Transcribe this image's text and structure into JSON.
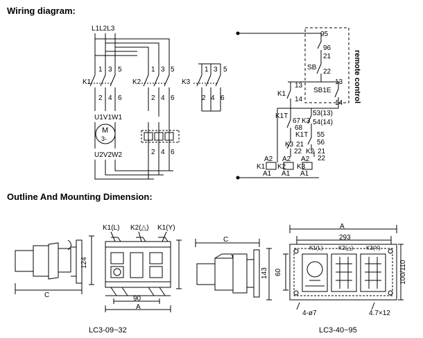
{
  "headings": {
    "wiring": "Wiring diagram:",
    "outline": "Outline And Mounting Dimension:"
  },
  "wiring": {
    "phases": [
      "L1",
      "L2",
      "L3"
    ],
    "terminals_top": [
      "1",
      "3",
      "5"
    ],
    "terminals_bottom": [
      "2",
      "4",
      "6"
    ],
    "contactors": [
      "K1",
      "K2",
      "K3"
    ],
    "motor": {
      "symbol": "M",
      "phase": "3-",
      "top_terminals": "U1V1W1",
      "bottom_terminals": "U2V2W2"
    },
    "control": {
      "side_label": "remote control",
      "contacts": {
        "n95": "95",
        "n96": "96",
        "n21": "21",
        "sb": "SB",
        "n22": "22",
        "k1": "K1",
        "n13a": "13",
        "n14a": "14",
        "sb1e": "SB1E",
        "n13b": "13",
        "n14b": "14",
        "k1t": "K1T",
        "t67": "67",
        "k3a": "K3",
        "t68": "68",
        "c5313": "53(13)",
        "c5414": "54(14)",
        "k1t2": "K1T",
        "c55": "55",
        "c56": "56",
        "k3b": "K3",
        "c21": "21",
        "c22": "22",
        "k2": "K2",
        "c21b": "21",
        "c22b": "22",
        "a2a": "A2",
        "a2b": "A2",
        "a2c": "A2",
        "coil_k1": "K1",
        "coil_k2": "K2",
        "coil_k3": "K3",
        "a1a": "A1",
        "a1b": "A1",
        "a1c": "A1"
      }
    }
  },
  "outline": {
    "small": {
      "model": "LC3-09~32",
      "labels": {
        "k1l": "K1(L)",
        "k2d": "K2(△)",
        "k1y": "K1(Y)"
      },
      "dims": {
        "height": "124",
        "width_a": "A",
        "mount": "90",
        "depth": "C"
      }
    },
    "mid": {
      "dims": {
        "depth": "C",
        "height": "143"
      }
    },
    "large": {
      "model": "LC3-40~95",
      "dims": {
        "width": "A",
        "mount": "293",
        "hole_h": "60",
        "height": "100/110",
        "holes": "4-ø7",
        "slot": "4.7×12"
      },
      "labels": {
        "k1l": "K1(L)",
        "k2d": "K2(△)",
        "k3y": "K3(Y)"
      }
    }
  }
}
